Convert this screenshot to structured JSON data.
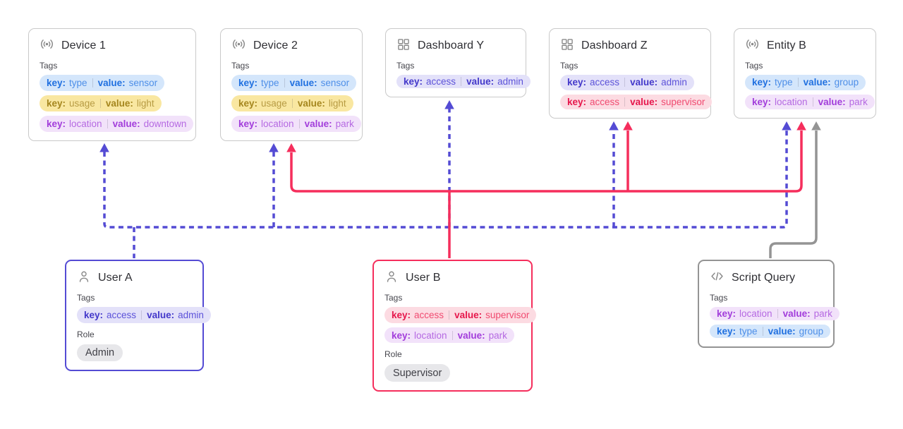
{
  "labels": {
    "tags": "Tags",
    "role": "Role",
    "key": "key:",
    "value": "value:"
  },
  "colors": {
    "user_a_edges": "#544bd4",
    "user_b_edges": "#f52e5c",
    "script_query_edge": "#949494",
    "card_border": "#c9c9c9",
    "tag_blue_bg": "#d4e6fb",
    "tag_yellow_bg": "#f9e7a1",
    "tag_purple_bg": "#f2e2fa",
    "tag_indigo_bg": "#e3e1f9",
    "tag_red_bg": "#fcdbe2",
    "role_pill_bg": "#e7e7ea"
  },
  "icons": {
    "device": "radio-broadcast-icon",
    "dashboard": "grid-icon",
    "user": "person-icon",
    "script": "code-icon"
  },
  "cards": {
    "device1": {
      "title": "Device 1",
      "tags": [
        {
          "key": "type",
          "value": "sensor",
          "color": "blue"
        },
        {
          "key": "usage",
          "value": "light",
          "color": "yellow"
        },
        {
          "key": "location",
          "value": "downtown",
          "color": "purple"
        }
      ]
    },
    "device2": {
      "title": "Device 2",
      "tags": [
        {
          "key": "type",
          "value": "sensor",
          "color": "blue"
        },
        {
          "key": "usage",
          "value": "light",
          "color": "yellow"
        },
        {
          "key": "location",
          "value": "park",
          "color": "purple"
        }
      ]
    },
    "dashboardY": {
      "title": "Dashboard Y",
      "tags": [
        {
          "key": "access",
          "value": "admin",
          "color": "indigo"
        }
      ]
    },
    "dashboardZ": {
      "title": "Dashboard Z",
      "tags": [
        {
          "key": "access",
          "value": "admin",
          "color": "indigo"
        },
        {
          "key": "access",
          "value": "supervisor",
          "color": "red"
        }
      ]
    },
    "entityB": {
      "title": "Entity B",
      "tags": [
        {
          "key": "type",
          "value": "group",
          "color": "blue"
        },
        {
          "key": "location",
          "value": "park",
          "color": "purple"
        }
      ]
    },
    "userA": {
      "title": "User A",
      "role": "Admin",
      "tags": [
        {
          "key": "access",
          "value": "admin",
          "color": "indigo"
        }
      ]
    },
    "userB": {
      "title": "User B",
      "role": "Supervisor",
      "tags": [
        {
          "key": "access",
          "value": "supervisor",
          "color": "red"
        },
        {
          "key": "location",
          "value": "park",
          "color": "purple"
        }
      ]
    },
    "scriptQuery": {
      "title": "Script Query",
      "tags": [
        {
          "key": "location",
          "value": "park",
          "color": "purple"
        },
        {
          "key": "type",
          "value": "group",
          "color": "blue"
        }
      ]
    }
  }
}
